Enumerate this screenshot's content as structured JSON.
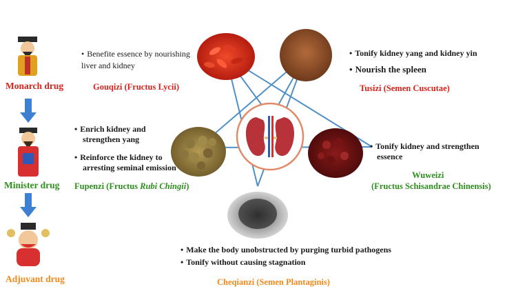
{
  "hierarchy": {
    "monarch": {
      "label": "Monarch drug",
      "color": "#d6241c"
    },
    "minister": {
      "label": "Minister drug",
      "color": "#2e8f1e"
    },
    "adjuvant": {
      "label": "Adjuvant drug",
      "color": "#f08a1c"
    }
  },
  "herbs": {
    "gouqizi": {
      "name": "Gouqizi (Fructus Lycii)",
      "color": "#d6241c",
      "effects": [
        "Benefite essence by nourishing",
        "liver and kidney"
      ]
    },
    "tusizi": {
      "name": "Tusizi (Semen Cuscutae)",
      "color": "#d6241c",
      "effects": [
        "Tonify kidney yang and kidney  yin",
        "Nourish the spleen"
      ]
    },
    "fupenzi": {
      "name_prefix": "Fupenzi (Fructus ",
      "name_italic": "Rubi Chingii",
      "name_suffix": ")",
      "color": "#2e8f1e",
      "effects": [
        "Enrich  kidney  and",
        "strengthen yang",
        "Reinforce the kidney to",
        "arresting seminal emission"
      ]
    },
    "wuweizi": {
      "name_line1": "Wuweizi",
      "name_line2": "(Fructus Schisandrae Chinensis)",
      "color": "#2e8f1e",
      "effects": [
        "Tonify kidney and strengthen",
        "essence"
      ]
    },
    "cheqianzi": {
      "name": "Cheqianzi (Semen Plantaginis)",
      "color": "#f08a1c",
      "effects": [
        "Make  the body unobstructed by purging turbid pathogens",
        "Tonify without causing stagnation"
      ]
    }
  },
  "colors": {
    "arrow": "#3d7fd1",
    "star_lines": "#4f8fc6",
    "center_ring": "#e08a6a"
  }
}
